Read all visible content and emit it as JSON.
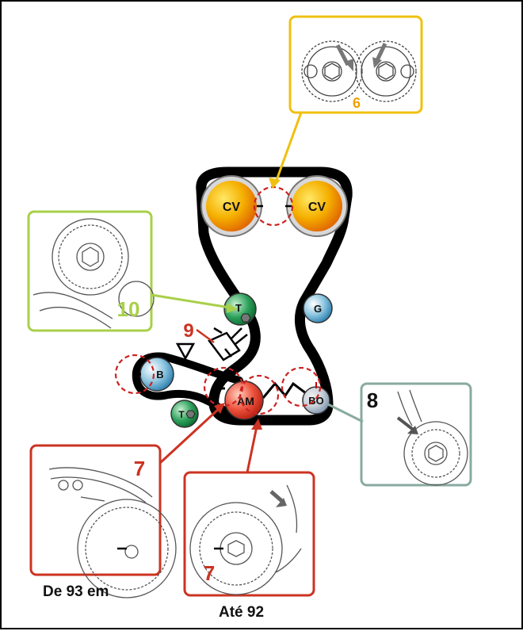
{
  "pulleys": {
    "cv_left": "CV",
    "cv_right": "CV",
    "tensioner_upper": "T",
    "idler_g": "G",
    "b_left": "B",
    "am": "AM",
    "bo": "BO",
    "tensioner_lower": "T"
  },
  "callouts": {
    "six": "6",
    "eight": "8",
    "seven_left": "7",
    "seven_center": "7",
    "nine": "9",
    "ten": "10"
  },
  "captions": {
    "left": "De 93 em",
    "center": "Até 92"
  },
  "colors": {
    "yellow": "#f0c010",
    "green": "#a8d048",
    "red": "#cc3322",
    "gray": "#88aaa0",
    "orange": "#ee8800"
  }
}
